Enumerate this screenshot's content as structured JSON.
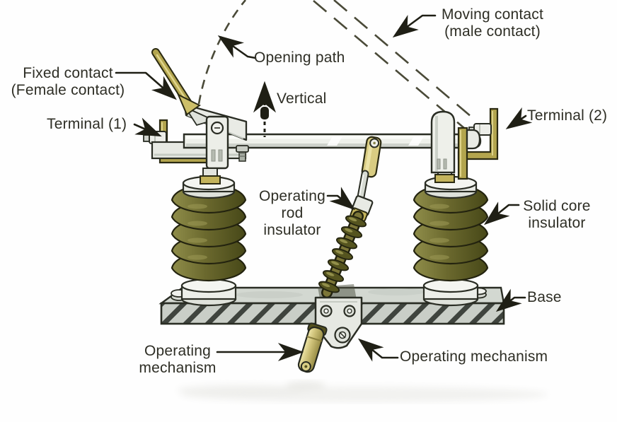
{
  "diagram": {
    "labels": {
      "moving_contact": {
        "line1": "Moving contact",
        "line2": "(male contact)"
      },
      "opening_path": "Opening path",
      "vertical": "Vertical",
      "fixed_contact": {
        "line1": "Fixed contact",
        "line2": "(Female contact)"
      },
      "terminal_1": "Terminal (1)",
      "terminal_2": "Terminal (2)",
      "operating_rod_insulator": {
        "line1": "Operating",
        "line2": "rod",
        "line3": "insulator"
      },
      "solid_core_insulator": {
        "line1": "Solid core",
        "line2": "insulator"
      },
      "base": "Base",
      "operating_mechanism_left": {
        "line1": "Operating",
        "line2": "mechanism"
      },
      "operating_mechanism_right": "Operating mechanism"
    },
    "palette": {
      "background": "#fefefe",
      "label_text": "#2e2e25",
      "leader_line": "#1f1f15",
      "dashed_path": "#4a4a38",
      "insulator_olive_dark": "#474818",
      "insulator_olive": "#6b692e",
      "insulator_olive_light": "#8f8d4a",
      "brass": "#b3a54e",
      "brass_light": "#ddd28b",
      "metal_light": "#eef0ea",
      "metal_shade": "#c6cbc3",
      "base_top": "#d3d8d1",
      "base_front": "#c9cec7",
      "hatch": "#3f443e"
    }
  }
}
